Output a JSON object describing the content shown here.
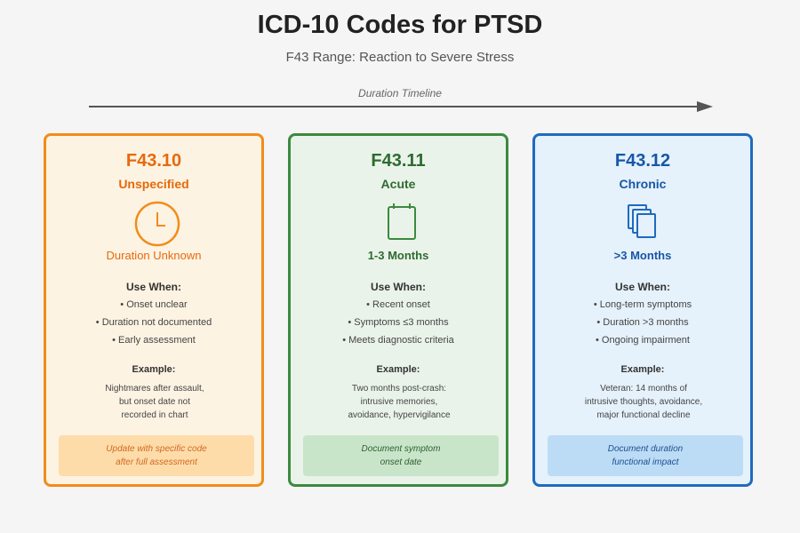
{
  "header": {
    "title": "ICD-10 Codes for PTSD",
    "subtitle": "F43 Range: Reaction to Severe Stress"
  },
  "timeline": {
    "label": "Duration Timeline"
  },
  "colors": {
    "unspecified": "#e66a0a",
    "acute": "#2e6b30",
    "chronic": "#1757a6"
  },
  "cards": [
    {
      "code": "F43.10",
      "type": "Unspecified",
      "icon": "clock-icon",
      "duration": "Duration Unknown",
      "use_heading": "Use When:",
      "use_items": [
        "• Onset unclear",
        "• Duration not documented",
        "• Early assessment"
      ],
      "example_heading": "Example:",
      "example_lines": [
        "Nightmares after assault,",
        "but onset date not",
        "recorded in chart"
      ],
      "note_lines": [
        "Update with specific code",
        "after full assessment"
      ]
    },
    {
      "code": "F43.11",
      "type": "Acute",
      "icon": "calendar-icon",
      "duration": "1-3 Months",
      "use_heading": "Use When:",
      "use_items": [
        "• Recent onset",
        "• Symptoms ≤3 months",
        "• Meets diagnostic criteria"
      ],
      "example_heading": "Example:",
      "example_lines": [
        "Two months post-crash:",
        "intrusive memories,",
        "avoidance, hypervigilance"
      ],
      "note_lines": [
        "Document symptom",
        "onset date"
      ]
    },
    {
      "code": "F43.12",
      "type": "Chronic",
      "icon": "stacked-pages-icon",
      "duration": ">3 Months",
      "use_heading": "Use When:",
      "use_items": [
        "• Long-term symptoms",
        "• Duration >3 months",
        "• Ongoing impairment"
      ],
      "example_heading": "Example:",
      "example_lines": [
        "Veteran: 14 months of",
        "intrusive thoughts, avoidance,",
        "major functional decline"
      ],
      "note_lines": [
        "Document duration",
        "functional impact"
      ]
    }
  ]
}
